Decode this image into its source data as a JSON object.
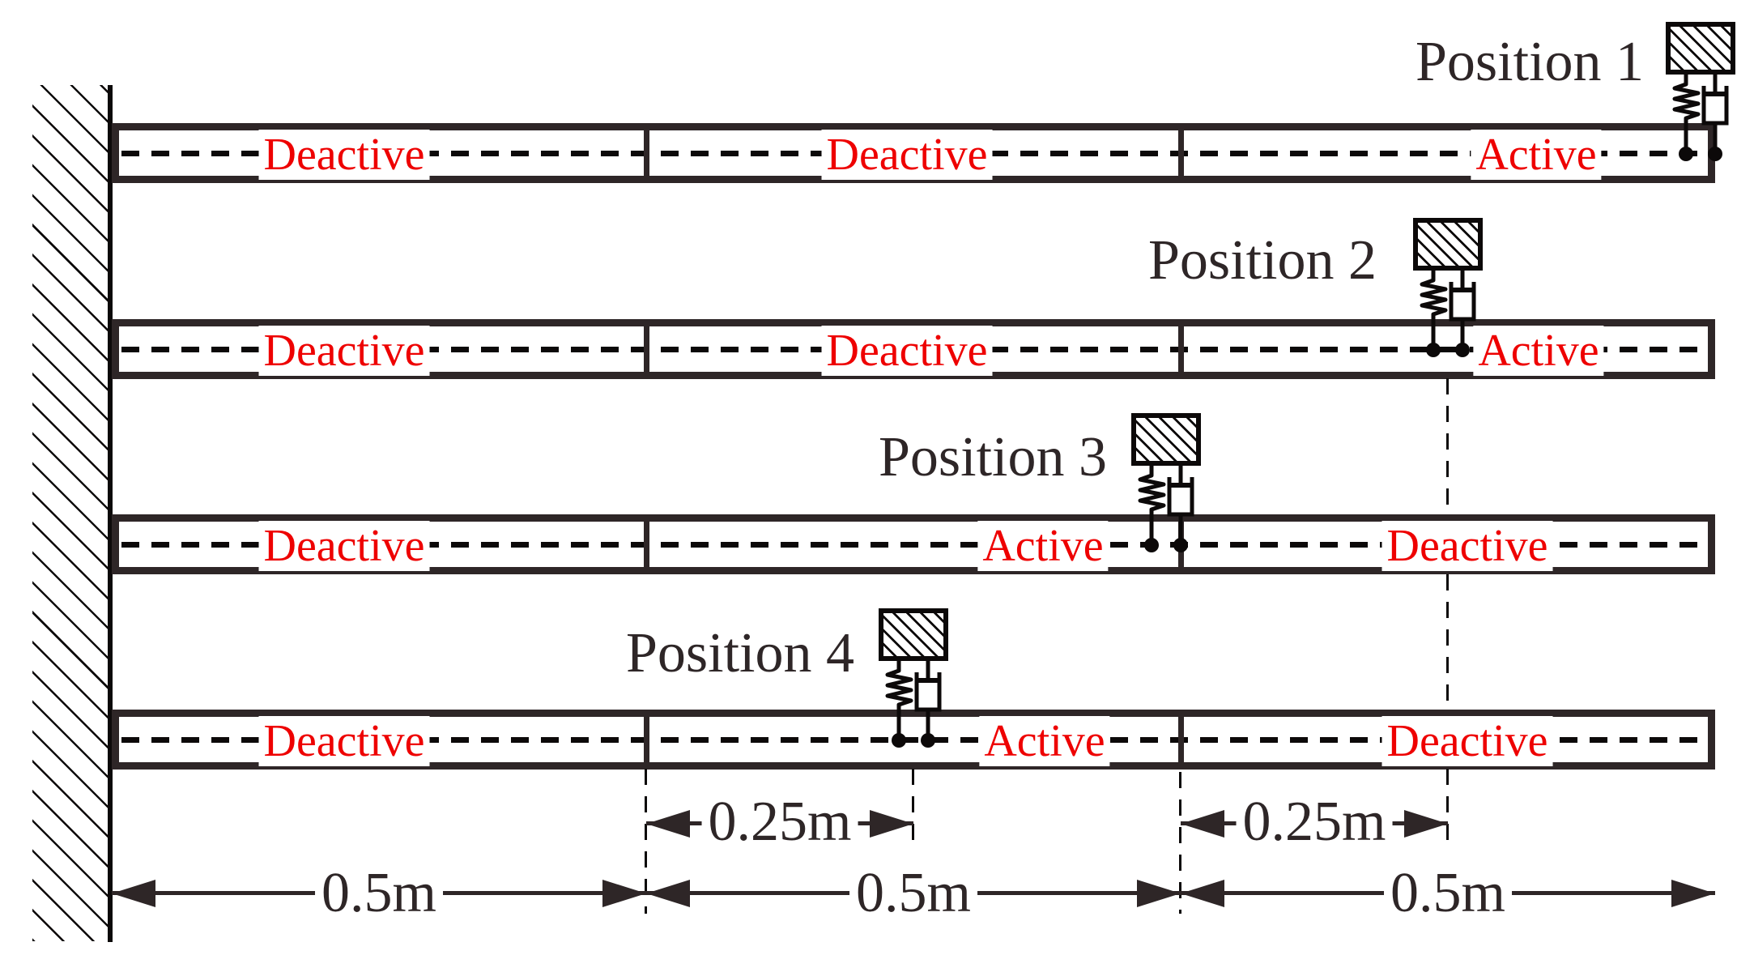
{
  "figure": {
    "description_labels": {
      "wall": "fixed-wall-hatched-support"
    },
    "beams": [
      {
        "absorber_label": "Position 1",
        "segments": [
          {
            "label": "Deactive"
          },
          {
            "label": "Deactive"
          },
          {
            "label": "Active"
          }
        ]
      },
      {
        "absorber_label": "Position 2",
        "segments": [
          {
            "label": "Deactive"
          },
          {
            "label": "Deactive"
          },
          {
            "label": "Active"
          }
        ]
      },
      {
        "absorber_label": "Position 3",
        "segments": [
          {
            "label": "Deactive"
          },
          {
            "label": "Active"
          },
          {
            "label": "Deactive"
          }
        ]
      },
      {
        "absorber_label": "Position 4",
        "segments": [
          {
            "label": "Deactive"
          },
          {
            "label": "Active"
          },
          {
            "label": "Deactive"
          }
        ]
      }
    ],
    "dimensions": {
      "span_labels": [
        "0.5m",
        "0.5m",
        "0.5m"
      ],
      "offset_labels": [
        "0.25m",
        "0.25m"
      ]
    },
    "colors": {
      "state_label_red": "#ee0000",
      "line_dark": "#2e2627",
      "ink_black": "#0c0909"
    }
  }
}
